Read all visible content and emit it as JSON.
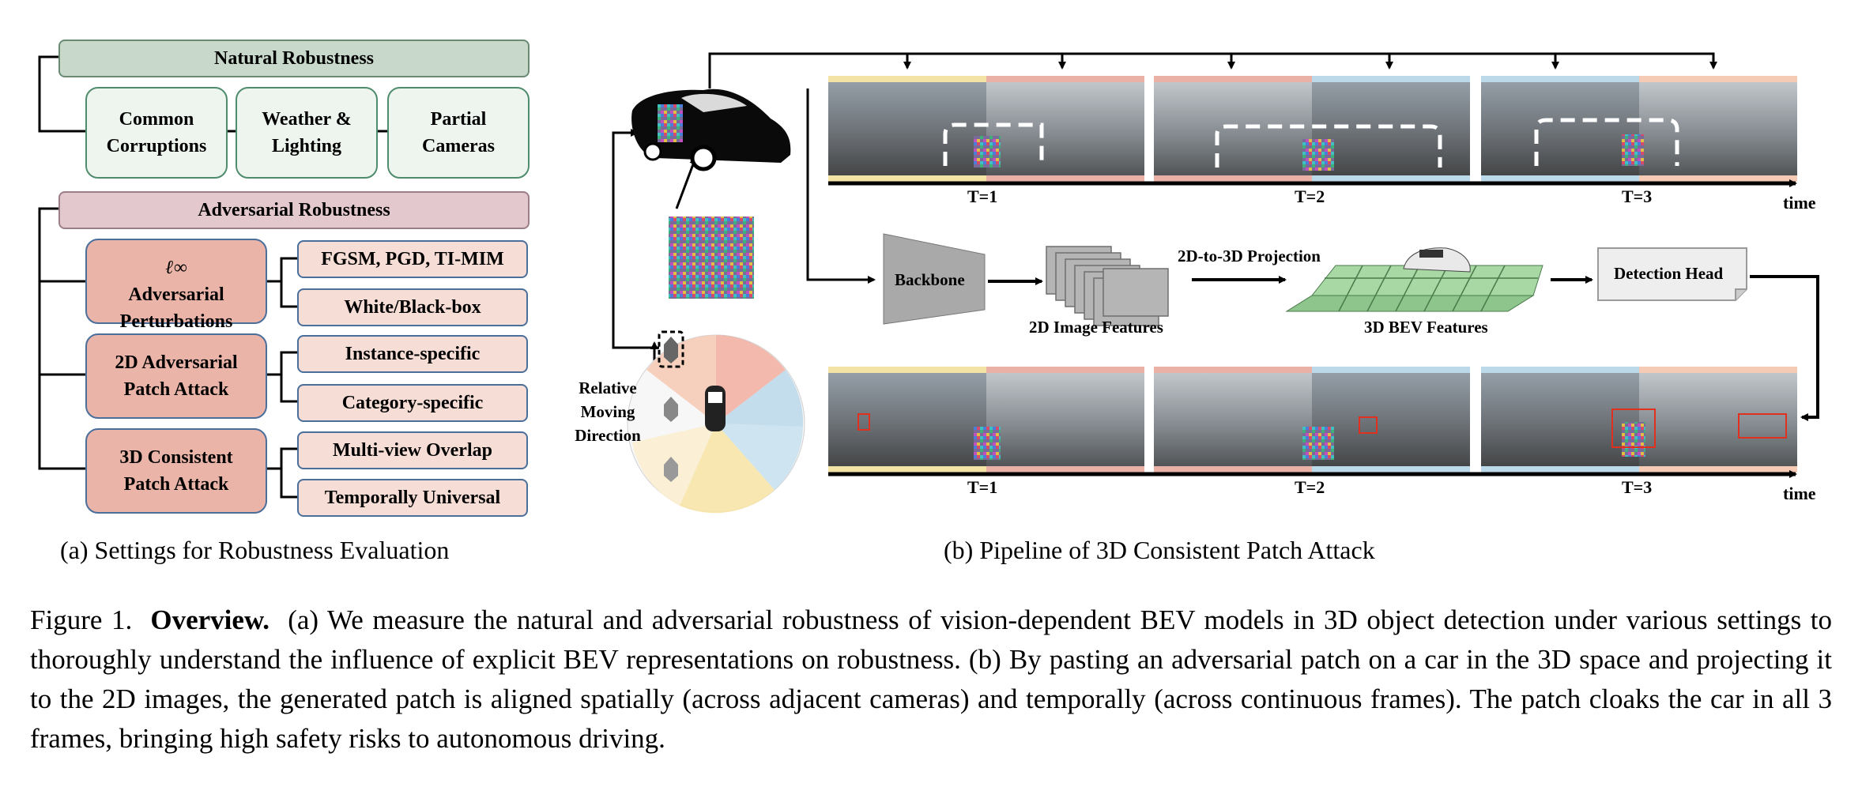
{
  "left": {
    "natural_header": "Natural Robustness",
    "natural_items": [
      "Common\nCorruptions",
      "Weather &\nLighting",
      "Partial\nCameras"
    ],
    "adversarial_header": "Adversarial Robustness",
    "groups": [
      {
        "label_prefix": "ℓ∞",
        "label": "Adversarial\nPerturbations",
        "items": [
          "FGSM, PGD, TI-MIM",
          "White/Black-box"
        ]
      },
      {
        "label": "2D Adversarial\nPatch Attack",
        "items": [
          "Instance-specific",
          "Category-specific"
        ]
      },
      {
        "label": "3D Consistent\nPatch Attack",
        "items": [
          "Multi-view Overlap",
          "Temporally Universal"
        ]
      }
    ],
    "caption": "(a) Settings for Robustness Evaluation"
  },
  "right": {
    "frame_labels_top": [
      "T=1",
      "T=2",
      "T=3"
    ],
    "frame_labels_bottom": [
      "T=1",
      "T=2",
      "T=3"
    ],
    "time_label": "time",
    "backbone": "Backbone",
    "image_features": "2D Image Features",
    "projection": "2D-to-3D Projection",
    "bev_features": "3D BEV Features",
    "detection_head": "Detection Head",
    "direction": [
      "Relative",
      "Moving",
      "Direction"
    ],
    "caption": "(b) Pipeline of 3D Consistent Patch Attack"
  },
  "figure": {
    "label": "Figure 1.",
    "title": "Overview.",
    "text": "(a) We measure the natural and adversarial robustness of vision-dependent BEV models in 3D object detection under various settings to thoroughly understand the influence of explicit BEV representations on robustness. (b) By pasting an adversarial patch on a car in the 3D space and projecting it to the 2D images, the generated patch is aligned spatially (across adjacent cameras) and temporally (across continuous frames). The patch cloaks the car in all 3 frames, bringing high safety risks to autonomous driving."
  }
}
